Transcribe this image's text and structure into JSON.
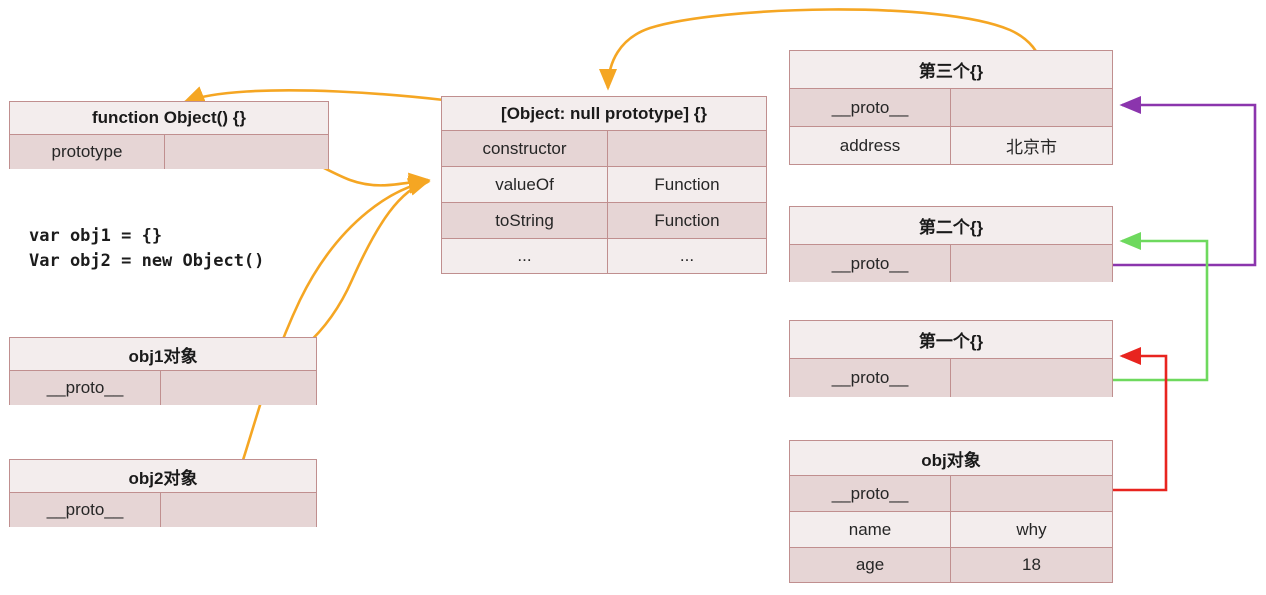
{
  "diagram": {
    "title": "JavaScript prototype chain diagram",
    "colors": {
      "box_border": "#c08f8f",
      "row_light": "#f3eded",
      "row_dark": "#e6d5d5",
      "orange": "#f5a623",
      "purple": "#8b35ad",
      "green": "#6ed95e",
      "red": "#e8241f",
      "text": "#1a1a1a"
    }
  },
  "code_snippet": {
    "line1": "var obj1 = {}",
    "line2": "Var obj2 = new Object()"
  },
  "tables": {
    "function_object": {
      "header": "function Object() {}",
      "rows": [
        {
          "key": "prototype",
          "value": ""
        }
      ]
    },
    "object_null_prototype": {
      "header": "[Object: null prototype] {}",
      "rows": [
        {
          "key": "constructor",
          "value": ""
        },
        {
          "key": "valueOf",
          "value": "Function"
        },
        {
          "key": "toString",
          "value": "Function"
        },
        {
          "key": "...",
          "value": "..."
        }
      ]
    },
    "obj1": {
      "header": "obj1对象",
      "rows": [
        {
          "key": "__proto__",
          "value": ""
        }
      ]
    },
    "obj2": {
      "header": "obj2对象",
      "rows": [
        {
          "key": "__proto__",
          "value": ""
        }
      ]
    },
    "third": {
      "header": "第三个{}",
      "rows": [
        {
          "key": "__proto__",
          "value": ""
        },
        {
          "key": "address",
          "value": "北京市"
        }
      ]
    },
    "second": {
      "header": "第二个{}",
      "rows": [
        {
          "key": "__proto__",
          "value": ""
        }
      ]
    },
    "first": {
      "header": "第一个{}",
      "rows": [
        {
          "key": "__proto__",
          "value": ""
        }
      ]
    },
    "obj": {
      "header": "obj对象",
      "rows": [
        {
          "key": "__proto__",
          "value": ""
        },
        {
          "key": "name",
          "value": "why"
        },
        {
          "key": "age",
          "value": "18"
        }
      ]
    }
  },
  "connections": [
    {
      "name": "third-proto-to-object-null-prototype",
      "color": "#f5a623",
      "style": "curve"
    },
    {
      "name": "function-object-prototype-to-object-null-prototype",
      "color": "#f5a623",
      "style": "curve"
    },
    {
      "name": "obj1-proto-to-object-null-prototype",
      "color": "#f5a623",
      "style": "curve"
    },
    {
      "name": "obj2-proto-to-object-null-prototype",
      "color": "#f5a623",
      "style": "curve"
    },
    {
      "name": "second-proto-to-third",
      "color": "#8b35ad",
      "style": "orthogonal"
    },
    {
      "name": "first-proto-to-second",
      "color": "#6ed95e",
      "style": "orthogonal"
    },
    {
      "name": "obj-proto-to-first",
      "color": "#e8241f",
      "style": "orthogonal"
    }
  ]
}
